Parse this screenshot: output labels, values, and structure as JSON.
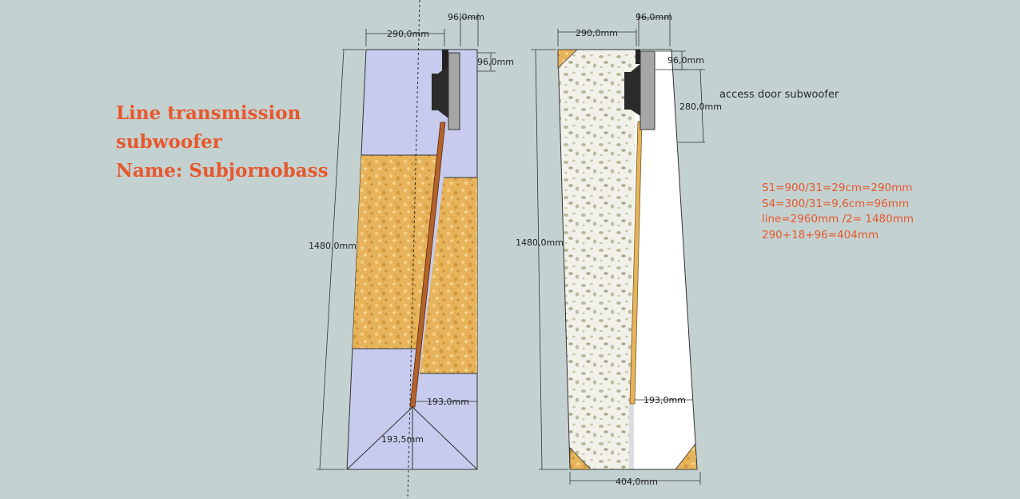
{
  "title": {
    "line1": "Line transmission",
    "line2": "subwoofer",
    "line3": "Name: Subjornobass"
  },
  "notes": [
    "S1=900/31=29cm=290mm",
    "S4=300/31=9,6cm=96mm",
    "line=2960mm /2= 1480mm",
    "290+18+96=404mm"
  ],
  "access_label": "access door subwoofer",
  "dims_left": {
    "width_top": "290,0mm",
    "slot_width": "96,0mm",
    "slot_height": "96,0mm",
    "height": "1480,0mm",
    "bottom_width": "193,0mm",
    "triangle_height": "193,5mm"
  },
  "dims_right": {
    "width_top": "290,0mm",
    "slot_width": "96,0mm",
    "slot_height": "96,0mm",
    "door_height": "280,0mm",
    "height": "1480,0mm",
    "bottom_width": "193,0mm",
    "base_width": "404,0mm"
  },
  "colors": {
    "background": "#c3d1d1",
    "panel_blue": "#c7cbee",
    "mdf_orange": "#e7b45c",
    "divider_brown": "#b4622a",
    "accent_text": "#e8582c"
  }
}
